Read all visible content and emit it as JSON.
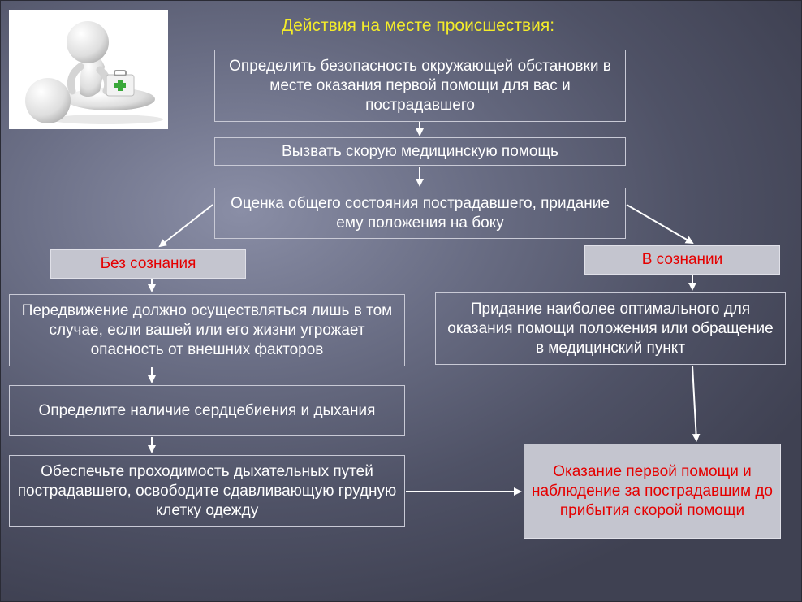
{
  "title": "Действия на месте происшествия:",
  "illustration": {
    "icon": "first-aid-figure-icon"
  },
  "boxes": {
    "safety": "Определить безопасность окружающей обстановки в месте оказания первой помощи для вас и пострадавшего",
    "call": "Вызвать скорую медицинскую помощь",
    "assess": "Оценка общего состояния пострадавшего, придание ему положения на боку",
    "unconscious": "Без сознания",
    "conscious": "В сознании",
    "move": "Передвижение должно осуществляться лишь в том случае, если вашей или его жизни угрожает опасность от внешних факторов",
    "position": "Придание наиболее оптимального для оказания помощи положения или обращение в медицинский пункт",
    "heartbeat": "Определите наличие сердцебиения и дыхания",
    "airway": "Обеспечьте проходимость дыхательных путей пострадавшего, освободите сдавливающую грудную клетку одежду",
    "firstaid": "Оказание первой помощи и наблюдение за пострадавшим до прибытия скорой помощи"
  },
  "colors": {
    "title": "#f4ec2a",
    "accent_text": "#e50000",
    "box_border": "#c9cad6",
    "light_box": "#c4c5cf"
  }
}
